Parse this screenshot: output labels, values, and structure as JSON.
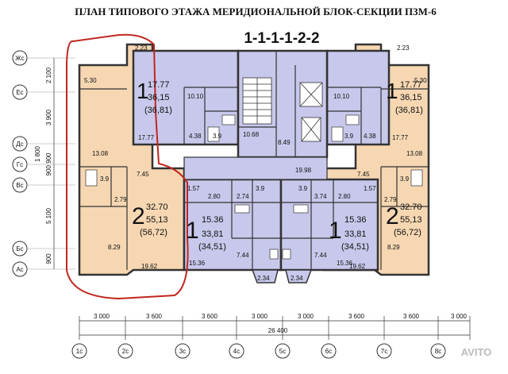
{
  "title": "ПЛАН ТИПОВОГО ЭТАЖА МЕРИДИОНАЛЬНОЙ БЛОК-СЕКЦИИ П3М-6",
  "code": "1-1-1-1-2-2",
  "watermark": "AVITO",
  "axes_rows": [
    "Жс",
    "Ес",
    "Дс",
    "Гс",
    "Вс",
    "Бс",
    "Ас"
  ],
  "axes_cols": [
    "1с",
    "2с",
    "3с",
    "4с",
    "5с",
    "6с",
    "7с",
    "8с"
  ],
  "vert_dims": [
    "2 100",
    "3 900",
    "1 800",
    "900 900",
    "5 100",
    "900"
  ],
  "horiz_dims": [
    "3 000",
    "3 600",
    "3 600",
    "3 000",
    "3 000",
    "3 600",
    "3 600",
    "3 000"
  ],
  "overall_dim": "26 400",
  "apartments": {
    "top_left": {
      "rooms": "1",
      "a": "17.77",
      "b": "36,15",
      "c": "(36,81)",
      "kitchen": "10.10",
      "bath": "3.9",
      "hall": "4.38",
      "room2": "17.77",
      "balcony": "2.23"
    },
    "top_right": {
      "rooms": "1",
      "a": "17.77",
      "b": "36,15",
      "c": "(36,81)",
      "kitchen": "10.10",
      "bath": "3.9",
      "hall": "4.38",
      "room2": "17.77",
      "balcony": "2.23"
    },
    "left": {
      "rooms": "2",
      "a": "32.70",
      "b": "55,13",
      "c": "(56,72)",
      "r1": "5.30",
      "r2": "13.08",
      "r3": "3.9",
      "r4": "2.79",
      "r5": "7.45",
      "r6": "8.29",
      "r7": "19.62"
    },
    "right": {
      "rooms": "2",
      "a": "32.70",
      "b": "55,13",
      "c": "(56,72)",
      "r1": "5.30",
      "r2": "13.08",
      "r3": "3.9",
      "r4": "2.79",
      "r5": "7.45",
      "r6": "8.29",
      "r7": "19.62"
    },
    "mid_left": {
      "rooms": "1",
      "a": "15.36",
      "b": "33,81",
      "c": "(34,51)",
      "r1": "1.57",
      "r2": "2.80",
      "r3": "2.74",
      "r4": "3.9",
      "r5": "7.44",
      "r6": "15.36"
    },
    "mid_right": {
      "rooms": "1",
      "a": "15.36",
      "b": "33,81",
      "c": "(34,51)",
      "r1": "3.74",
      "r2": "2.80",
      "r3": "1.57",
      "r4": "3.9",
      "r5": "7.44",
      "r6": "15.36"
    }
  },
  "core": {
    "hall": "10.68",
    "lift_hall": "8.49",
    "corridor": "19.98",
    "bay_left": "2.34",
    "bay_right": "2.34"
  },
  "colors": {
    "blue": "#c8c8ec",
    "peach": "#f6d7b2",
    "wall": "#333333",
    "highlight": "#c0261e"
  }
}
